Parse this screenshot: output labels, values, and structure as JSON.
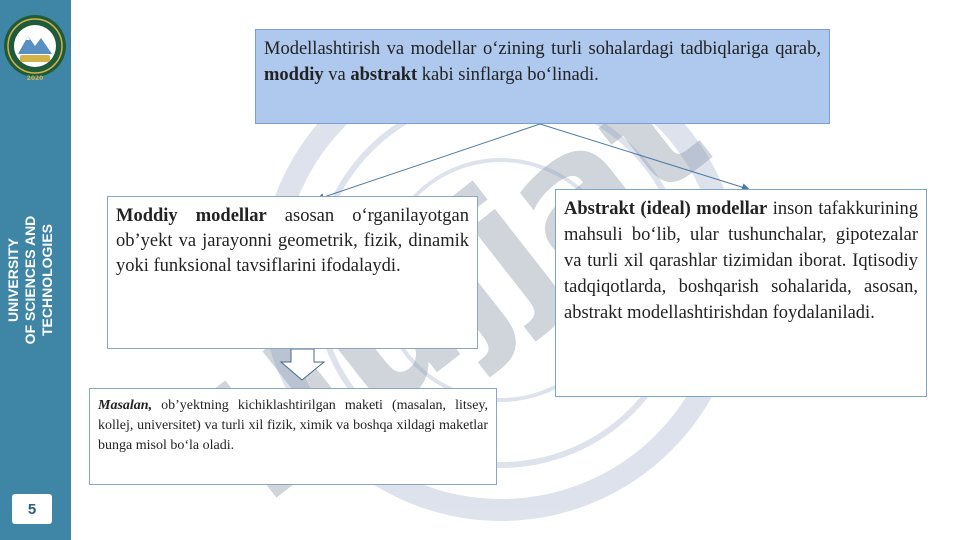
{
  "sidebar": {
    "university_line1": "UNIVERSITY",
    "university_line2": "OF SCIENCES AND",
    "university_line3": "TECHNOLOGIES",
    "page_number": "5",
    "logo_year": "2020"
  },
  "top_box": {
    "part1": "Modellashtirish va modellar o‘zining turli sohalardagi tadbiqlariga qarab, ",
    "bold1": "moddiy",
    "part2": " va ",
    "bold2": "abstrakt",
    "part3": " kabi sinflarga bo‘linadi."
  },
  "left_box": {
    "bold": "Moddiy modellar",
    "text": " asosan o‘rganilayotgan ob’yekt va jarayonni geometrik, fizik, dinamik yoki funksional tavsiflarini ifodalaydi."
  },
  "right_box": {
    "bold": "Abstrakt (ideal) modellar",
    "text": " inson tafakkurining mahsuli bo‘lib, ular tushunchalar, gipotezalar va turli xil qarashlar tizimidan iborat. Iqtisodiy tadqiqotlarda, boshqarish sohalarida, asosan, abstrakt modellashtirishdan foydalaniladi."
  },
  "example_box": {
    "italic_bold": "Masalan,",
    "text": " ob’yektning kichiklashtirilgan maketi (masalan, litsey, kollej, universitet) va turli xil fizik, ximik va boshqa xildagi maketlar bunga misol bo‘la oladi."
  },
  "watermark": {
    "text": "Hujjat"
  },
  "colors": {
    "sidebar": "#3f86a6",
    "top_box_fill": "#aec8ee",
    "box_border": "#8aa6c4"
  }
}
